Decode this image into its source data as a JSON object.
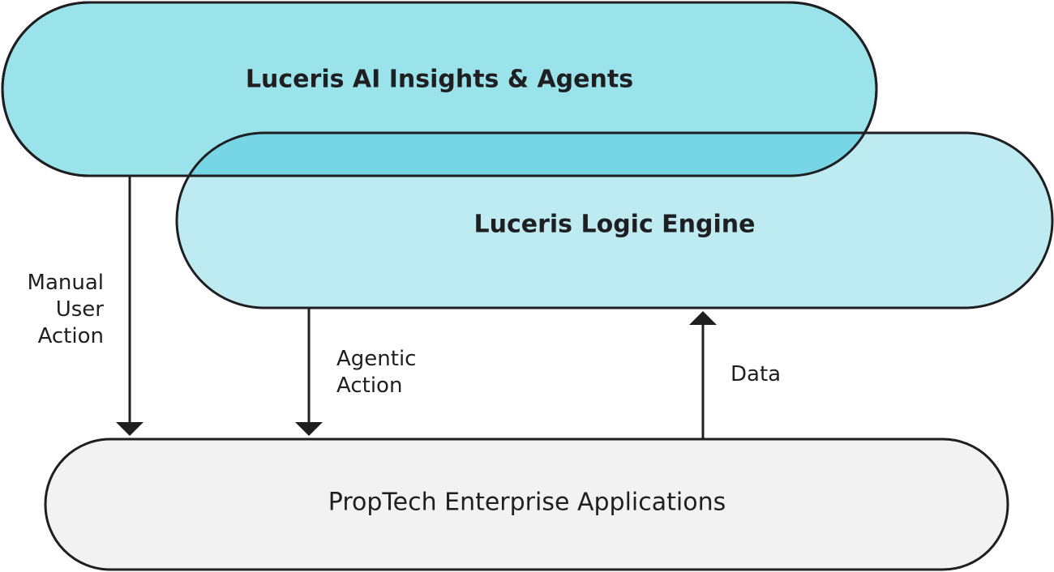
{
  "colors": {
    "ai_layer_fill": "#9be3eb",
    "logic_layer_fill": "#bdebf1",
    "overlap_fill": "#77d6e5",
    "apps_layer_fill": "#f2f2f2",
    "outline": "#1f1f22"
  },
  "layers": {
    "ai_insights": "Luceris AI Insights & Agents",
    "logic_engine": "Luceris Logic Engine",
    "enterprise_apps": "PropTech Enterprise Applications"
  },
  "arrows": {
    "manual": {
      "label_lines": [
        "Manual",
        "User",
        "Action"
      ],
      "direction": "down"
    },
    "agentic": {
      "label_lines": [
        "Agentic",
        "Action"
      ],
      "direction": "down"
    },
    "data": {
      "label_lines": [
        "Data"
      ],
      "direction": "up"
    }
  }
}
